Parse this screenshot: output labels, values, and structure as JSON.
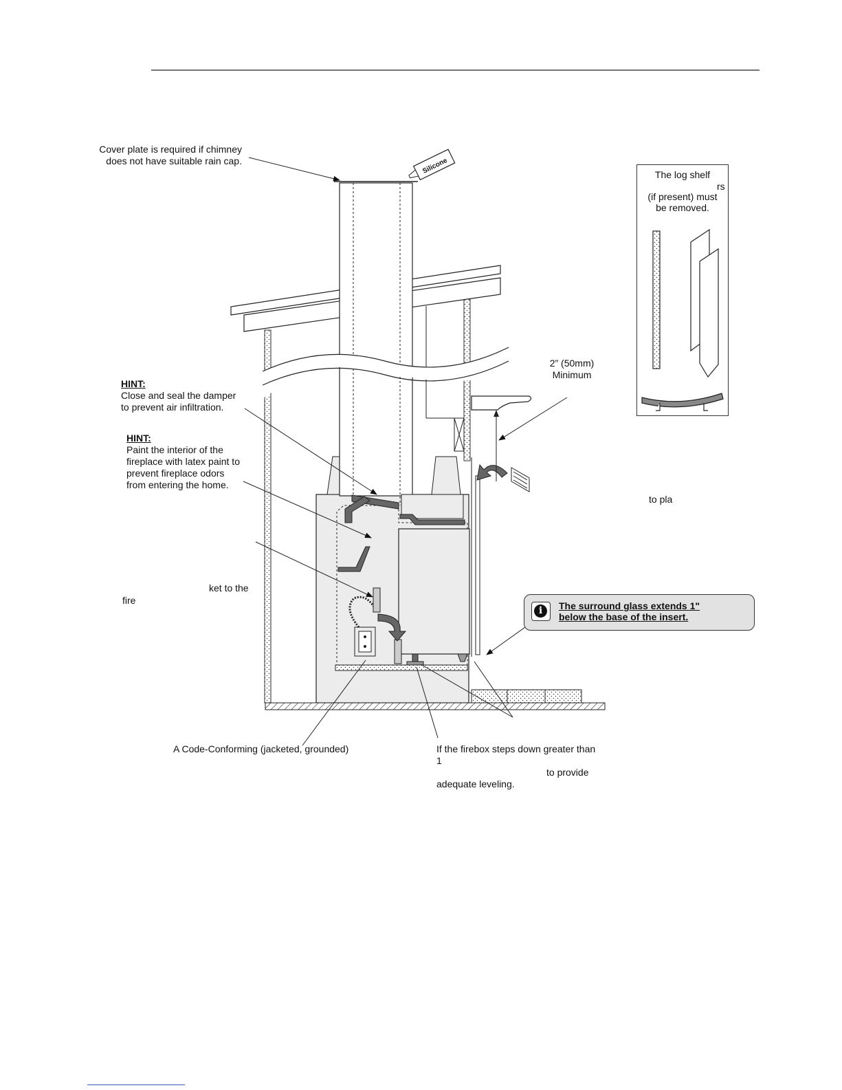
{
  "labels": {
    "cover_plate": [
      "Cover plate is required if chimney",
      "does not have suitable rain cap."
    ],
    "silicone": "Silicone",
    "hint_damper": {
      "heading": "HINT:",
      "lines": [
        "Close and seal the damper",
        "to prevent air infiltration."
      ]
    },
    "hint_paint": {
      "heading": "HINT:",
      "lines": [
        "Paint the interior of the",
        "fireplace with latex paint to",
        "prevent fireplace odors",
        "from entering the home."
      ]
    },
    "bracket_fragment": "ket to the",
    "fire_fragment": "fire",
    "clearance": [
      "2” (50mm)",
      "Minimum"
    ],
    "place_fragment": "to pla",
    "receptacle": "A Code-Conforming (jacketed, grounded)",
    "leveling": [
      "If the firebox steps down greater than",
      "1",
      "to provide",
      "adequate leveling."
    ]
  },
  "log_shelf": {
    "lines": [
      "The log shelf",
      "rs",
      "(if present) must",
      "be removed."
    ]
  },
  "notice": {
    "icon": "info-icon",
    "lines": [
      "The surround glass extends 1\"",
      "below the base of the insert."
    ]
  }
}
